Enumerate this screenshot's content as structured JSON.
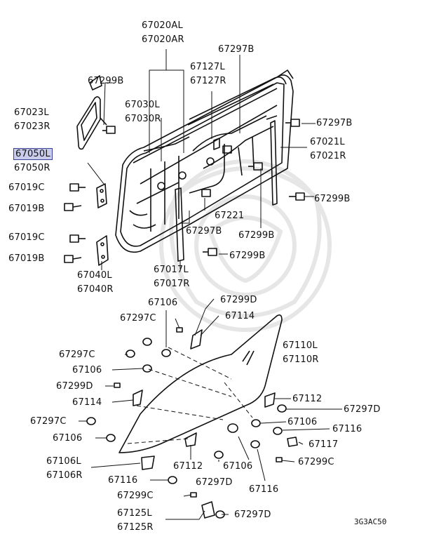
{
  "diagram": {
    "code": "3G3AC50",
    "highlight_color": "#c9cdeb",
    "labels": {
      "p67020": [
        "67020AL",
        "67020AR"
      ],
      "p67297B_top": "67297B",
      "p67127": [
        "67127L",
        "67127R"
      ],
      "p67299B_top": "67299B",
      "p67030": [
        "67030L",
        "67030R"
      ],
      "p67023": [
        "67023L",
        "67023R"
      ],
      "p67297B_right": "67297B",
      "p67021": [
        "67021L",
        "67021R"
      ],
      "p67050_selected": "67050L",
      "p67050_other": "67050R",
      "p67019C_a": "67019C",
      "p67019B_a": "67019B",
      "p67299B_right": "67299B",
      "p67221": "67221",
      "p67297B_mid": "67297B",
      "p67299B_mid": "67299B",
      "p67019C_b": "67019C",
      "p67019B_b": "67019B",
      "p67299B_low": "67299B",
      "p67040": [
        "67040L",
        "67040R"
      ],
      "p67017": [
        "67017L",
        "67017R"
      ],
      "p67106_top": "67106",
      "p67299D_top": "67299D",
      "p67297C_top": "67297C",
      "p67114_top": "67114",
      "p67297C_mid": "67297C",
      "p67110": [
        "67110L",
        "67110R"
      ],
      "p67106_mid": "67106",
      "p67299D_mid": "67299D",
      "p67114_left": "67114",
      "p67112_right": "67112",
      "p67297D_right": "67297D",
      "p67297C_low": "67297C",
      "p67106_right": "67106",
      "p67116_right": "67116",
      "p67106_left": "67106",
      "p67117": "67117",
      "p67106LR": [
        "67106L",
        "67106R"
      ],
      "p67299C_right": "67299C",
      "p67112_bottom": "67112",
      "p67106_bottom": "67106",
      "p67116_left": "67116",
      "p67297D_bottom": "67297D",
      "p67116_bottom": "67116",
      "p67299C_bottom": "67299C",
      "p67125": [
        "67125L",
        "67125R"
      ],
      "p67297D_last": "67297D"
    }
  }
}
